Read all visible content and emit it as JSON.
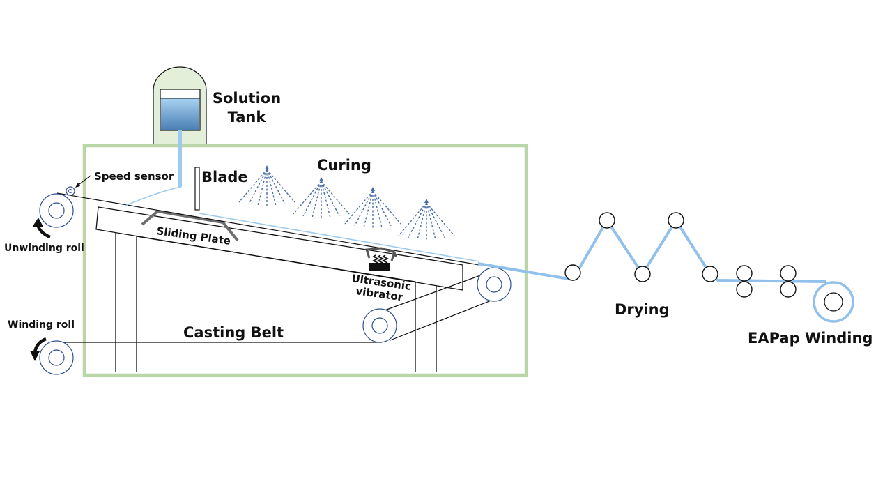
{
  "labels": {
    "solution_tank_line1": "Solution",
    "solution_tank_line2": "Tank",
    "blade": "Blade",
    "curing": "Curing",
    "speed_sensor": "Speed sensor",
    "unwinding_roll": "Unwinding roll",
    "winding_roll": "Winding roll",
    "sliding_plate": "Sliding Plate",
    "ultrasonic_line1": "Ultrasonic",
    "ultrasonic_line2": "vibrator",
    "casting_belt": "Casting Belt",
    "drying": "Drying",
    "eapap_winding": "EAPap Winding"
  },
  "colors": {
    "enclosure_border": "#b9d7a6",
    "tank_fill": "#e4efd9",
    "solution_blue": "#9ccbf0",
    "film_blue": "#8fc1ec",
    "roll_stroke": "#2f4f8f",
    "spray_color": "#4a6ea8",
    "plate_gray": "#6d6d6d"
  },
  "icons": {
    "rotation_arrow": "curved-arrow-icon",
    "sprayer": "spray-nozzle-icon",
    "vibrator": "ultrasonic-vibrator-icon"
  }
}
